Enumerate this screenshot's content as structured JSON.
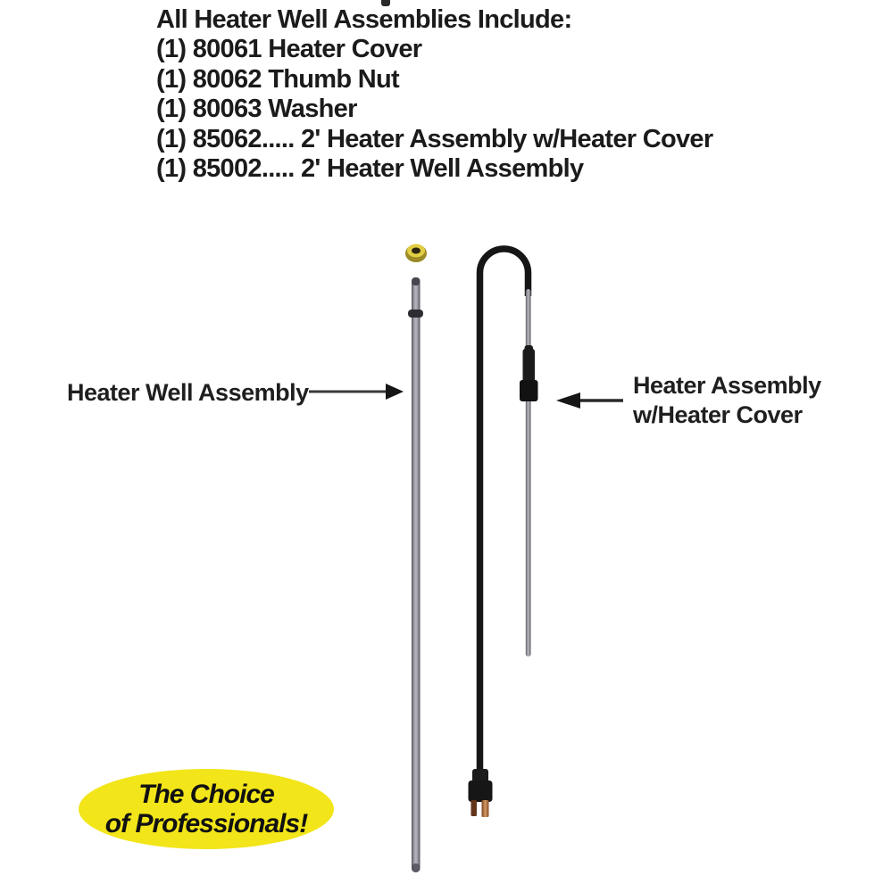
{
  "page": {
    "background_color": "#ffffff"
  },
  "parts_list": {
    "title": "All Heater Well Assemblies Include:",
    "items": [
      "(1) 80061 Heater Cover",
      "(1) 80062 Thumb Nut",
      "(1) 80063 Washer",
      "(1) 85062..... 2' Heater Assembly w/Heater Cover",
      "(1) 85002..... 2' Heater Well Assembly"
    ]
  },
  "diagram": {
    "left_label": "Heater Well Assembly",
    "right_label_line1": "Heater Assembly",
    "right_label_line2": "w/Heater Cover",
    "illustration_parts": [
      "brass-thumb-nut",
      "heater-well-tube",
      "black-heater-cable-arc",
      "heater-element-rod",
      "heater-cover-sleeve",
      "two-prong-power-plug",
      "right-pointing-callout-arrow",
      "left-pointing-callout-arrow"
    ]
  },
  "badge": {
    "line1": "The Choice",
    "line2": "of Professionals!",
    "background_color": "#f2e519",
    "text_color": "#111111"
  },
  "colors": {
    "text": "#1b1b1b",
    "tube_gray": "#9a9aa2",
    "cable_black": "#161616",
    "brass_yellow": "#e2ce44",
    "copper_prong": "#c08850"
  }
}
